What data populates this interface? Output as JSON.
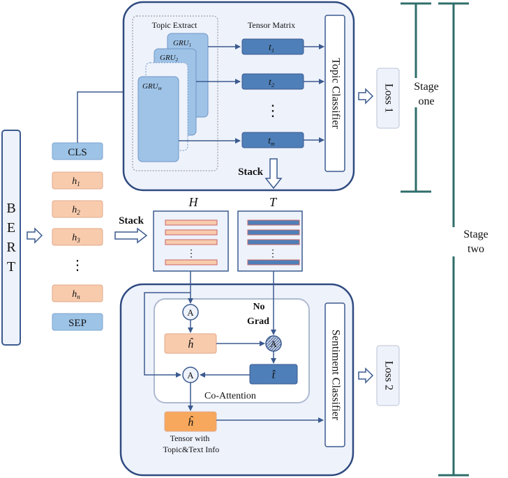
{
  "bert_label": "BERT",
  "tokens": {
    "cls": "CLS",
    "h1": "h",
    "h1_sub": "1",
    "h2": "h",
    "h2_sub": "2",
    "h3": "h",
    "h3_sub": "3",
    "dots": "⋮",
    "hn": "h",
    "hn_sub": "n",
    "sep": "SEP"
  },
  "topic_extract_label": "Topic Extract",
  "tensor_matrix_label": "Tensor Matrix",
  "gru_1": "GRU",
  "gru_1_sub": "1",
  "gru_2": "GRU",
  "gru_2_sub": "2",
  "gru_m": "GRU",
  "gru_m_sub": "m",
  "t1": "t",
  "t1_sub": "1",
  "t2": "t",
  "t2_sub": "2",
  "t_dots": "⋮",
  "tm": "t",
  "tm_sub": "m",
  "topic_classifier": "Topic Classifier",
  "loss1": "Loss 1",
  "stage_one": [
    "Stage",
    "one"
  ],
  "stage_two": [
    "Stage",
    "two"
  ],
  "stack_top": "Stack",
  "stack_left": "Stack",
  "H_label": "H",
  "T_label": "T",
  "matrix_dots": "⋮",
  "attn_A": "A",
  "no_grad": [
    "No",
    "Grad"
  ],
  "h_hat": "ĥ",
  "t_hat": "t̂",
  "co_attention": "Co-Attention",
  "sentiment_classifier": "Sentiment Classifier",
  "loss2": "Loss 2",
  "tensor_caption": [
    "Tensor with",
    "Topic&Text Info"
  ],
  "colors": {
    "dark_blue": "#3b5a8f",
    "panel_fill": "#eef2fb",
    "gru_fill": "#9fc3e7",
    "tensor_fill": "#4f7fb8",
    "token_blue": "#9dc3e6",
    "token_peach": "#f8cbad",
    "h_hat_fill": "#f7a85c"
  }
}
